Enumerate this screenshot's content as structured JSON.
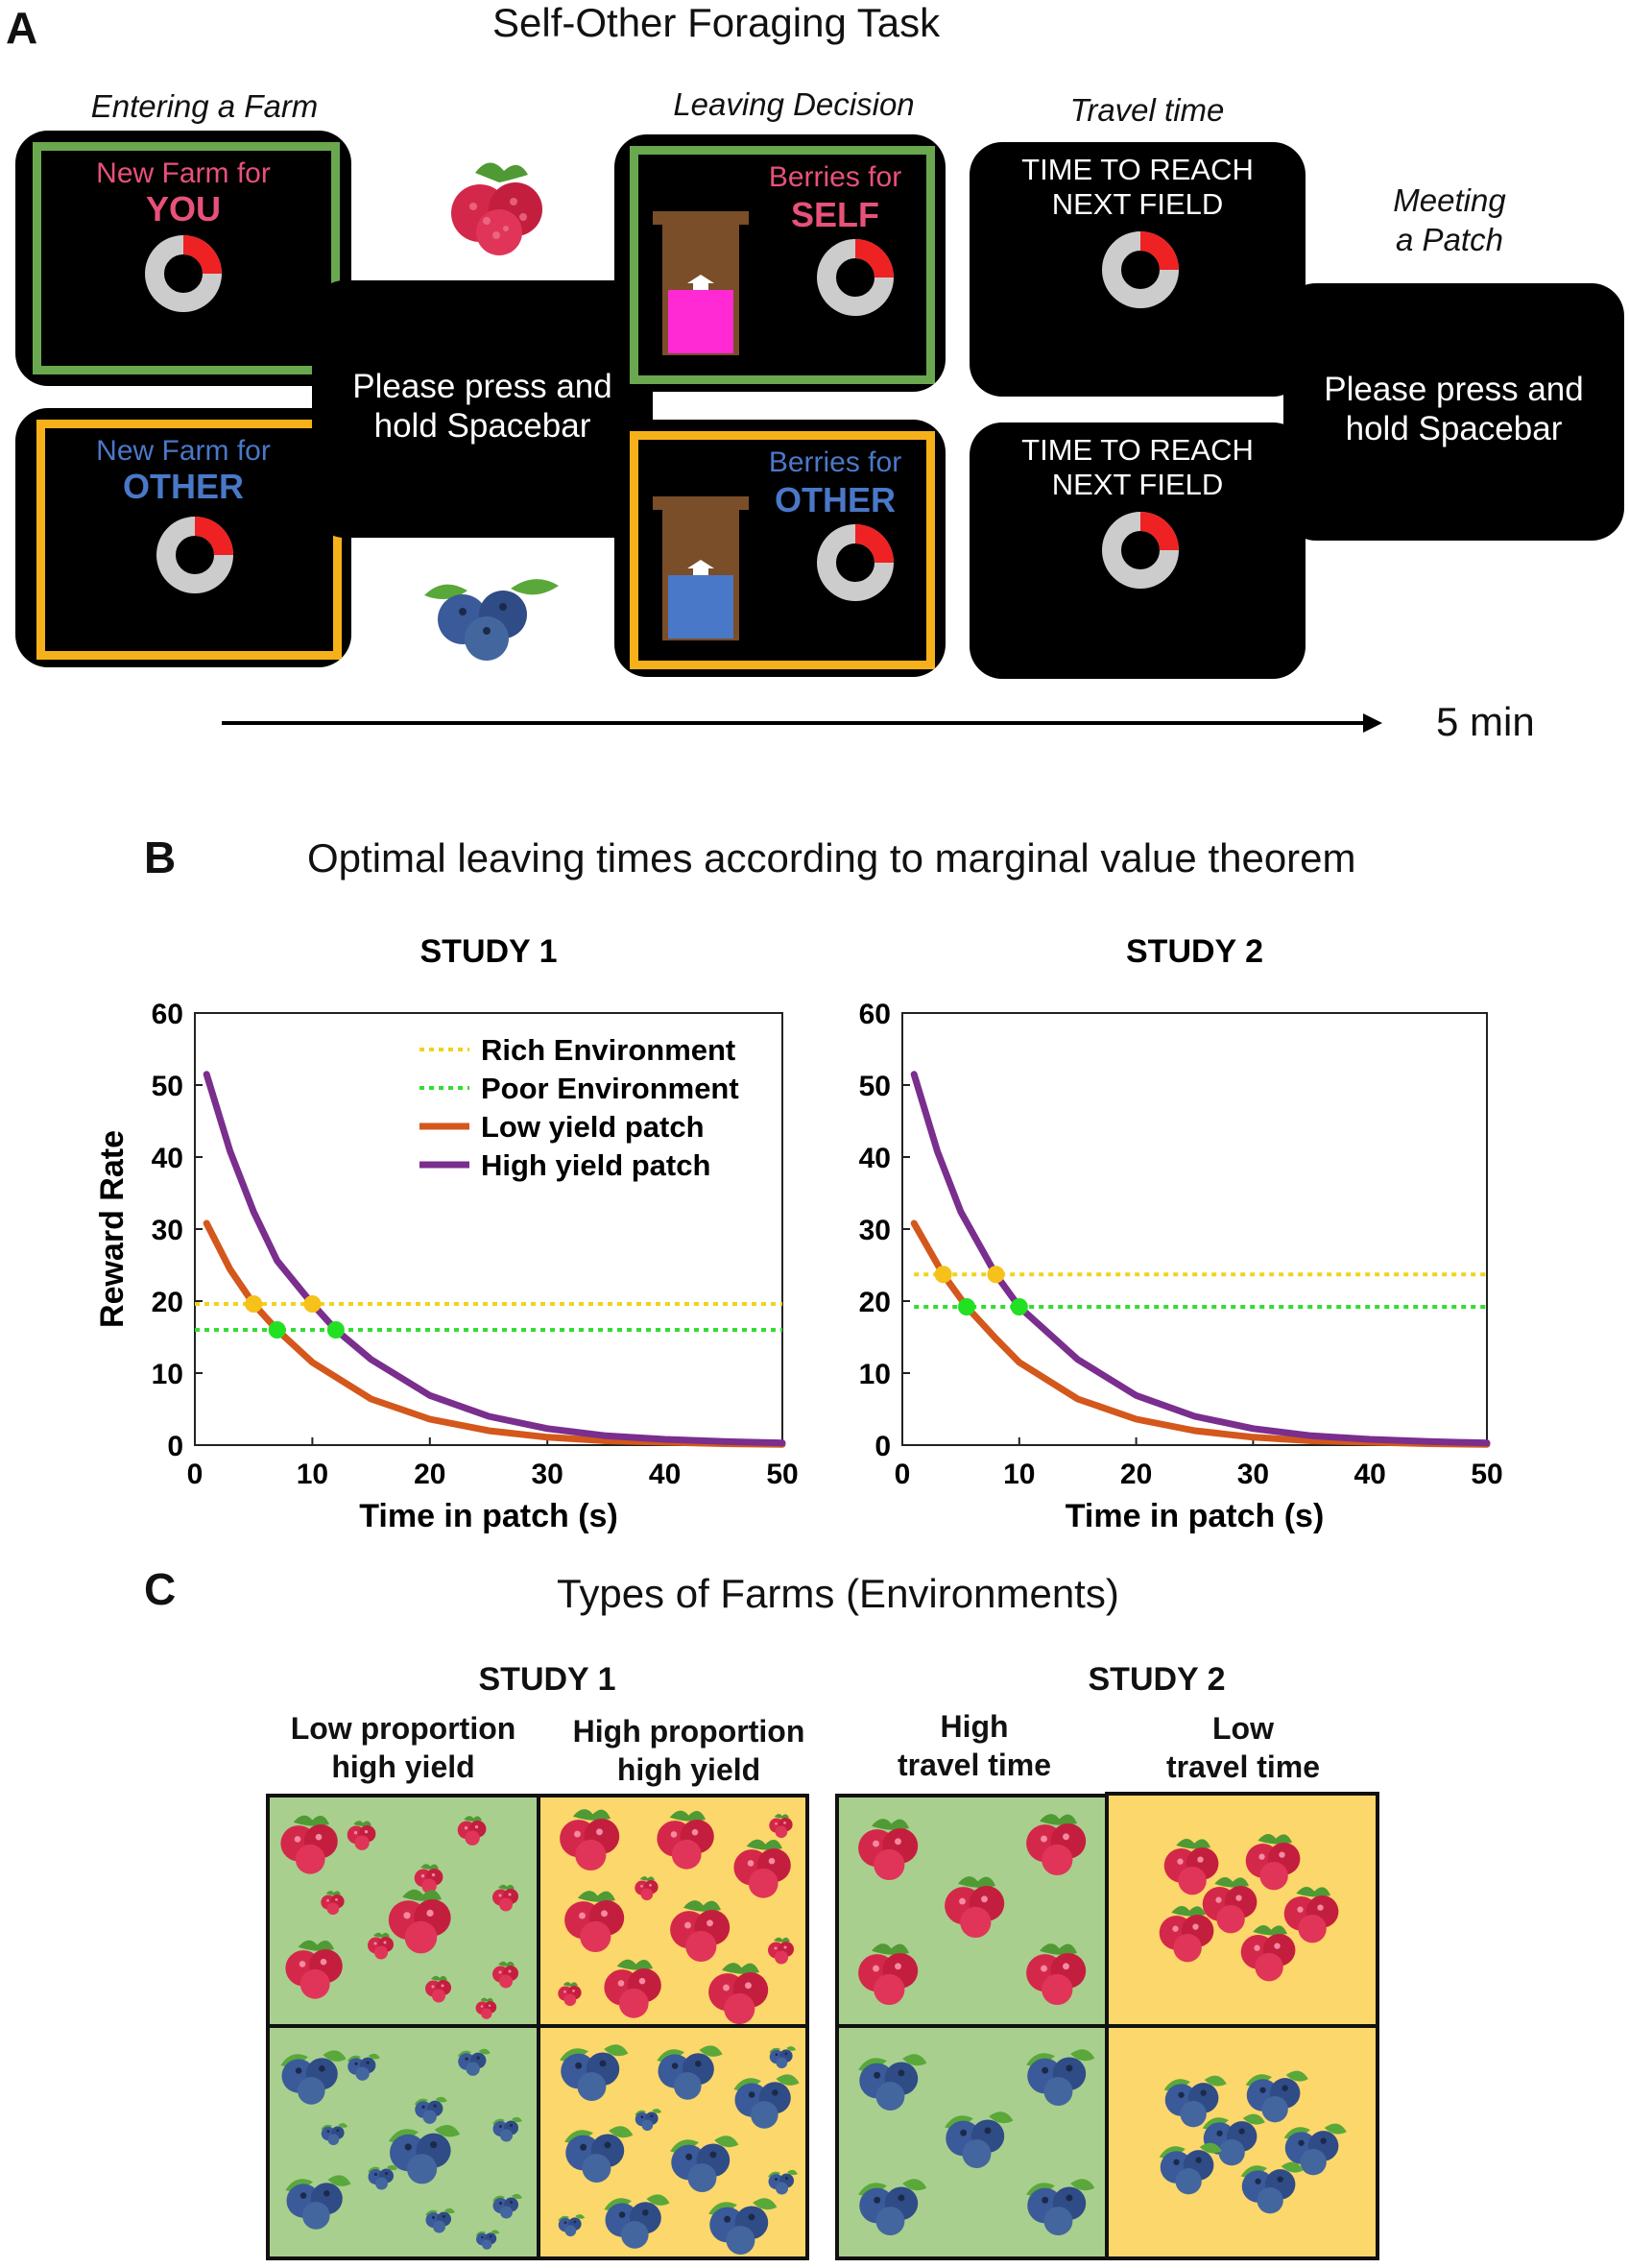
{
  "panels": {
    "a": "A",
    "b": "B",
    "c": "C"
  },
  "panel_a": {
    "title": "Self-Other Foraging Task",
    "stages": {
      "entering": "Entering a Farm",
      "leaving": "Leaving Decision",
      "travel": "Travel time",
      "meeting_line1": "Meeting",
      "meeting_line2": "a Patch"
    },
    "screens": {
      "new_farm_self_line1": "New Farm for",
      "new_farm_self_line2": "YOU",
      "new_farm_other_line1": "New Farm for",
      "new_farm_other_line2": "OTHER",
      "press_line1": "Please press and",
      "press_line2": "hold Spacebar",
      "berries_self_line1": "Berries for",
      "berries_self_line2": "SELF",
      "berries_other_line1": "Berries for",
      "berries_other_line2": "OTHER",
      "travel_line1": "TIME TO REACH",
      "travel_line2": "NEXT FIELD",
      "meeting_press_line1": "Please press and",
      "meeting_press_line2": "hold Spacebar"
    },
    "timeline_label": "5 min",
    "clock_remaining_fraction": 0.25,
    "colors": {
      "self_frame": "#6aa84f",
      "other_frame": "#f6b11a",
      "self_text": "#e8517a",
      "other_text": "#4a78c8",
      "self_bucket_fill": "#ff2ad4",
      "other_bucket_fill": "#4a78c8",
      "clock_grey": "#cccccc",
      "clock_red": "#ee2222"
    },
    "icons": [
      "raspberry-icon",
      "blueberry-icon",
      "bucket-icon",
      "countdown-clock-icon"
    ]
  },
  "panel_b": {
    "title": "Optimal leaving times according to marginal value theorem"
  },
  "chart_data": [
    {
      "type": "line",
      "title": "STUDY 1",
      "xlabel": "Time in patch (s)",
      "ylabel": "Reward Rate",
      "xlim": [
        0,
        50
      ],
      "ylim": [
        0,
        60
      ],
      "xticks": [
        0,
        10,
        20,
        30,
        40,
        50
      ],
      "yticks": [
        0,
        10,
        20,
        30,
        40,
        50,
        60
      ],
      "legend_position": "top-right",
      "series": [
        {
          "name": "Rich Environment",
          "style": "dotted",
          "color": "#f2d21b",
          "x": [
            0,
            50
          ],
          "y": [
            19.6,
            19.6
          ]
        },
        {
          "name": "Poor Environment",
          "style": "dotted",
          "color": "#33dd33",
          "x": [
            0,
            50
          ],
          "y": [
            16.0,
            16.0
          ]
        },
        {
          "name": "Low yield patch",
          "style": "solid",
          "color": "#d4571c",
          "x": [
            1,
            3,
            5,
            7,
            10,
            15,
            20,
            25,
            30,
            35,
            40,
            45,
            50
          ],
          "y": [
            30.8,
            24.4,
            19.6,
            16.0,
            11.5,
            6.4,
            3.6,
            2.0,
            1.1,
            0.6,
            0.4,
            0.2,
            0.1
          ]
        },
        {
          "name": "High yield patch",
          "style": "solid",
          "color": "#7a2e8e",
          "x": [
            1,
            3,
            5,
            7,
            10,
            12,
            15,
            20,
            25,
            30,
            35,
            40,
            45,
            50
          ],
          "y": [
            51.5,
            40.8,
            32.4,
            25.6,
            19.6,
            16.0,
            11.9,
            6.9,
            4.0,
            2.3,
            1.3,
            0.8,
            0.5,
            0.3
          ]
        }
      ],
      "markers": [
        {
          "x": 5,
          "y": 19.6,
          "color": "#f6c21a"
        },
        {
          "x": 10,
          "y": 19.6,
          "color": "#f6c21a"
        },
        {
          "x": 7,
          "y": 16.0,
          "color": "#22e022"
        },
        {
          "x": 12,
          "y": 16.0,
          "color": "#22e022"
        }
      ]
    },
    {
      "type": "line",
      "title": "STUDY 2",
      "xlabel": "Time in patch (s)",
      "ylabel": "",
      "xlim": [
        0,
        50
      ],
      "ylim": [
        0,
        60
      ],
      "xticks": [
        0,
        10,
        20,
        30,
        40,
        50
      ],
      "yticks": [
        0,
        10,
        20,
        30,
        40,
        50,
        60
      ],
      "series": [
        {
          "style": "dotted",
          "color": "#f2d21b",
          "x": [
            1,
            50
          ],
          "y": [
            23.7,
            23.7
          ]
        },
        {
          "style": "dotted",
          "color": "#33dd33",
          "x": [
            1,
            50
          ],
          "y": [
            19.2,
            19.2
          ]
        },
        {
          "style": "solid",
          "color": "#d4571c",
          "x": [
            1,
            3.5,
            5.5,
            8,
            10,
            15,
            20,
            25,
            30,
            35,
            40,
            45,
            50
          ],
          "y": [
            30.8,
            23.7,
            19.2,
            14.8,
            11.5,
            6.4,
            3.6,
            2.0,
            1.1,
            0.6,
            0.4,
            0.2,
            0.1
          ]
        },
        {
          "style": "solid",
          "color": "#7a2e8e",
          "x": [
            1,
            3,
            5,
            8,
            10,
            15,
            20,
            25,
            30,
            35,
            40,
            45,
            50
          ],
          "y": [
            51.5,
            40.8,
            32.4,
            23.7,
            19.2,
            11.9,
            6.9,
            4.0,
            2.3,
            1.3,
            0.8,
            0.5,
            0.3
          ]
        }
      ],
      "markers": [
        {
          "x": 3.5,
          "y": 23.7,
          "color": "#f6c21a"
        },
        {
          "x": 8,
          "y": 23.7,
          "color": "#f6c21a"
        },
        {
          "x": 5.5,
          "y": 19.2,
          "color": "#22e022"
        },
        {
          "x": 10,
          "y": 19.2,
          "color": "#22e022"
        }
      ]
    }
  ],
  "panel_c": {
    "title": "Types of Farms (Environments)",
    "study1": "STUDY 1",
    "study2": "STUDY 2",
    "columns": [
      {
        "line1": "Low proportion",
        "line2": "high yield",
        "bg": "#a9cf8e"
      },
      {
        "line1": "High proportion",
        "line2": "high yield",
        "bg": "#fcd76b"
      },
      {
        "line1": "High",
        "line2": "travel time",
        "bg": "#a9cf8e"
      },
      {
        "line1": "Low",
        "line2": "travel time",
        "bg": "#fcd76b"
      }
    ],
    "rows": [
      "raspberry-icon",
      "blueberry-icon"
    ]
  }
}
